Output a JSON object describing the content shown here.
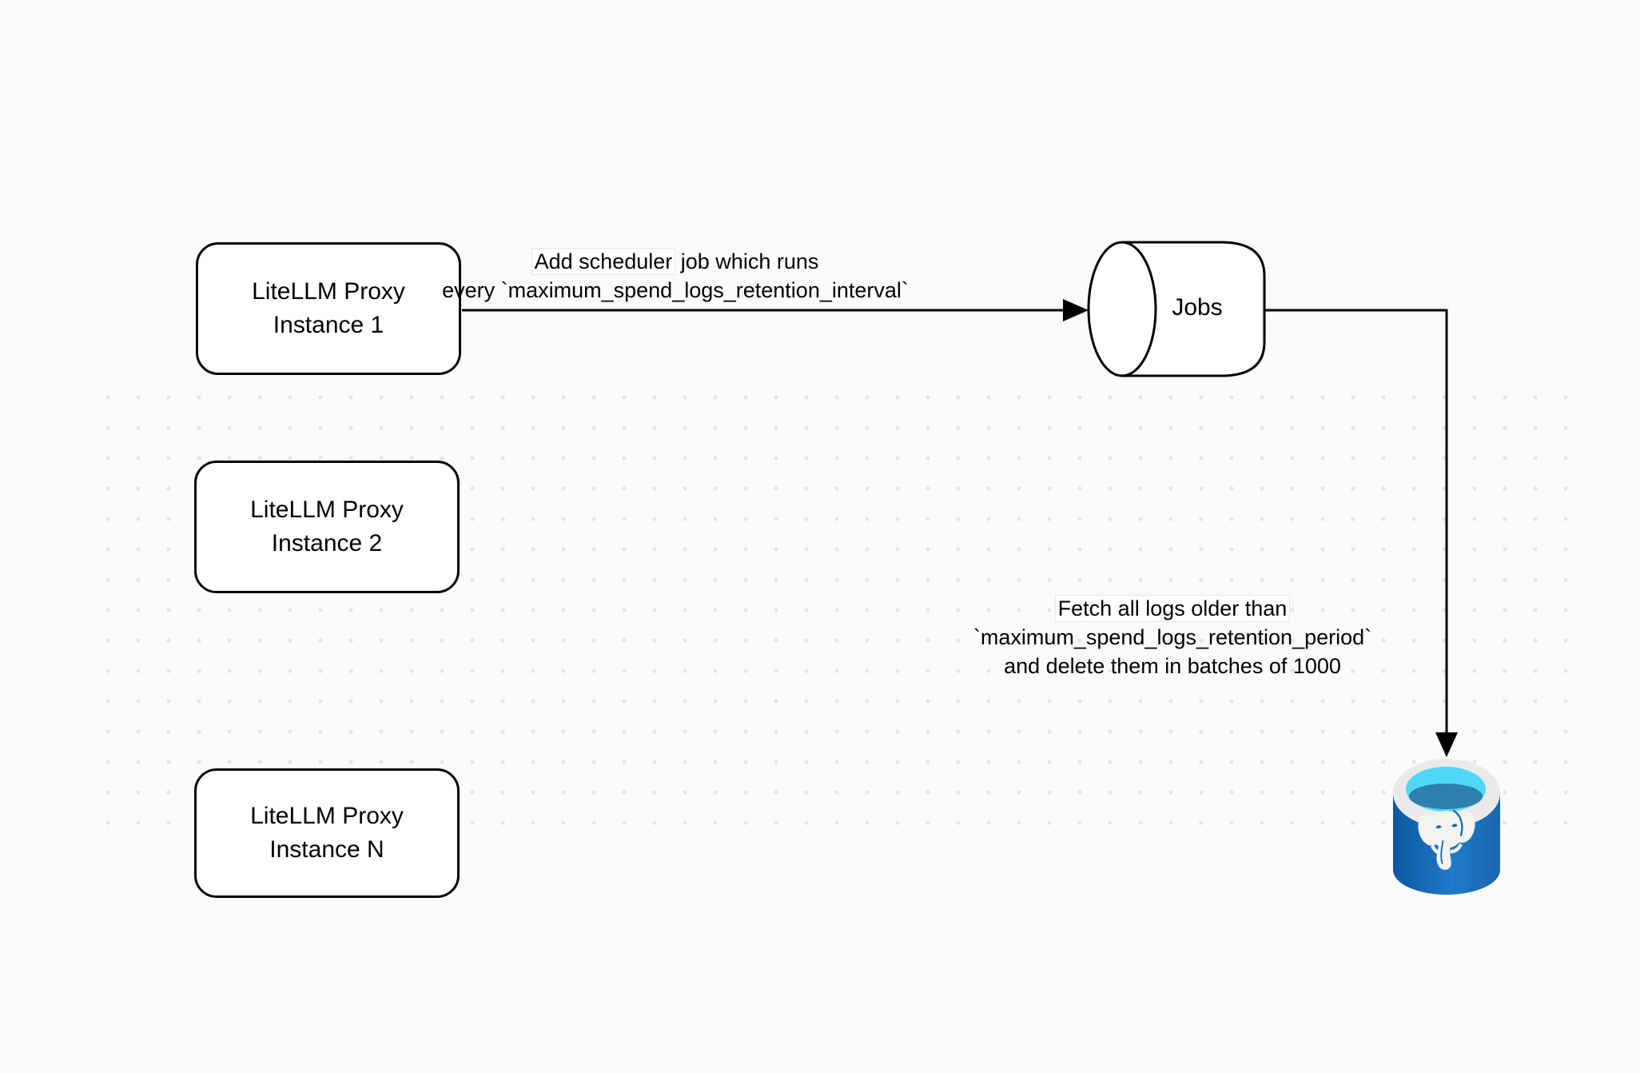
{
  "diagram": {
    "nodes": {
      "instance1": {
        "line1": "LiteLLM Proxy",
        "line2": "Instance 1"
      },
      "instance2": {
        "line1": "LiteLLM Proxy",
        "line2": "Instance 2"
      },
      "instanceN": {
        "line1": "LiteLLM Proxy",
        "line2": "Instance N"
      },
      "jobs": {
        "label": "Jobs"
      },
      "postgres": {
        "icon": "postgresql-database-icon"
      }
    },
    "edges": {
      "scheduler": {
        "highlight": "Add scheduler",
        "line1_rest": " job which runs",
        "line2": "every `maximum_spend_logs_retention_interval`"
      },
      "fetch": {
        "line1": "Fetch all logs older than",
        "line2": "`maximum_spend_logs_retention_period`",
        "line3": "and delete them in batches of 1000"
      }
    },
    "colors": {
      "background": "#fbfbfb",
      "stroke": "#000000",
      "node_fill": "#ffffff",
      "grid_dot": "#e5e5e5",
      "postgres_blue_dark": "#0d57a0",
      "postgres_blue": "#1f7ac9",
      "postgres_cyan": "#4ed7f6",
      "postgres_inner_teal": "#2c80ab",
      "postgres_rim": "#eaeaea",
      "elephant_white": "#f3f3f0"
    }
  }
}
